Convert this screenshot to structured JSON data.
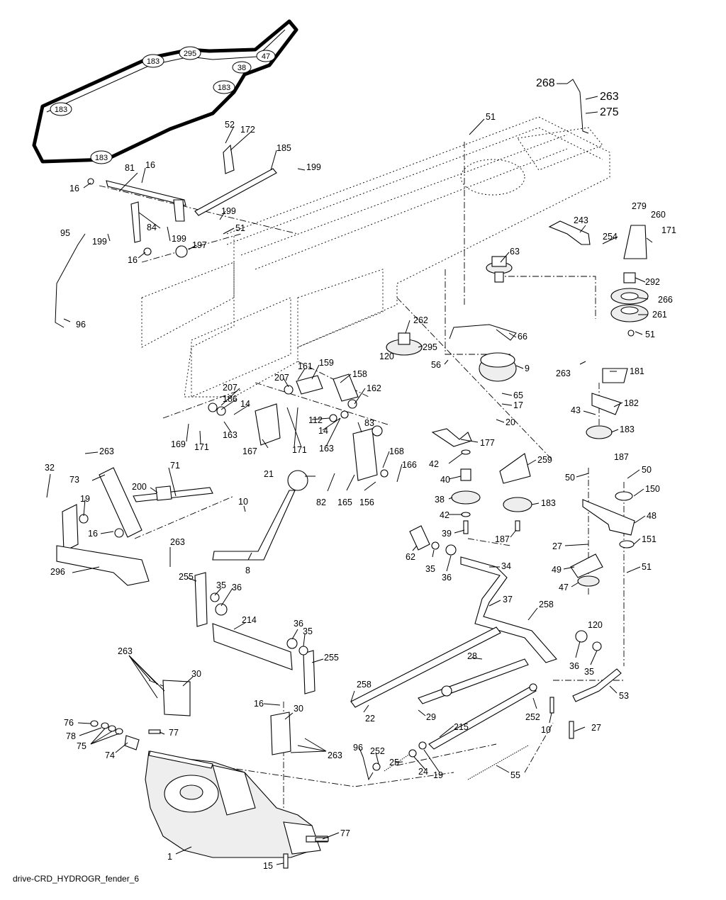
{
  "caption": "drive-CRD_HYDROGR_fender_6",
  "belt_pulley_labels": [
    "183",
    "295",
    "47",
    "38",
    "183",
    "183",
    "183"
  ],
  "callouts": [
    "268",
    "263",
    "275",
    "51",
    "52",
    "172",
    "185",
    "199",
    "81",
    "16",
    "16",
    "199",
    "199",
    "84",
    "199",
    "51",
    "197",
    "16",
    "95",
    "96",
    "63",
    "243",
    "254",
    "279",
    "260",
    "171",
    "292",
    "266",
    "261",
    "51",
    "262",
    "66",
    "295",
    "120",
    "56",
    "9",
    "263",
    "181",
    "65",
    "17",
    "182",
    "43",
    "20",
    "183",
    "187",
    "161",
    "159",
    "158",
    "207",
    "207",
    "162",
    "186",
    "14",
    "163",
    "112",
    "14",
    "83",
    "169",
    "171",
    "167",
    "171",
    "163",
    "168",
    "166",
    "177",
    "42",
    "40",
    "38",
    "42",
    "39",
    "259",
    "183",
    "187",
    "50",
    "50",
    "150",
    "48",
    "27",
    "151",
    "51",
    "49",
    "47",
    "120",
    "263",
    "32",
    "73",
    "71",
    "200",
    "19",
    "16",
    "296",
    "263",
    "21",
    "82",
    "165",
    "156",
    "10",
    "8",
    "62",
    "35",
    "36",
    "34",
    "37",
    "258",
    "255",
    "35",
    "36",
    "214",
    "36",
    "35",
    "255",
    "28",
    "36",
    "35",
    "53",
    "263",
    "30",
    "16",
    "30",
    "258",
    "22",
    "29",
    "252",
    "10",
    "27",
    "215",
    "76",
    "77",
    "78",
    "75",
    "74",
    "96",
    "252",
    "25",
    "24",
    "19",
    "55",
    "263",
    "77",
    "1",
    "15"
  ]
}
